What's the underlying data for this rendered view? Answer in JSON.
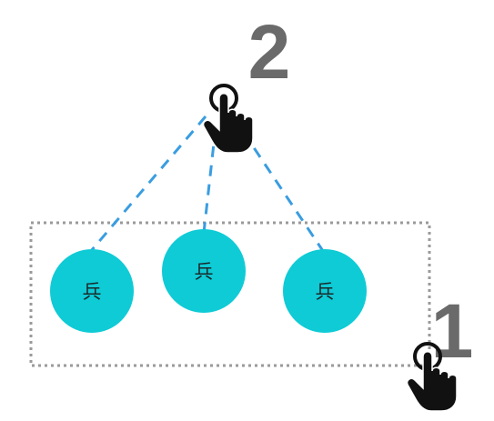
{
  "steps": {
    "drag_select": "1",
    "right_click_move": "2"
  },
  "units": [
    {
      "label": "兵"
    },
    {
      "label": "兵"
    },
    {
      "label": "兵"
    }
  ],
  "colors": {
    "unit_fill": "#0fcbd6",
    "unit_label": "#1a2a2a",
    "order_line": "#3a9de0",
    "selection_box": "#9a9a9a",
    "step_number": "#6a6a6a",
    "cursor": "#111111"
  },
  "icons": {
    "drag_cursor": "hand-pointer-icon",
    "move_cursor": "hand-pointer-icon"
  }
}
